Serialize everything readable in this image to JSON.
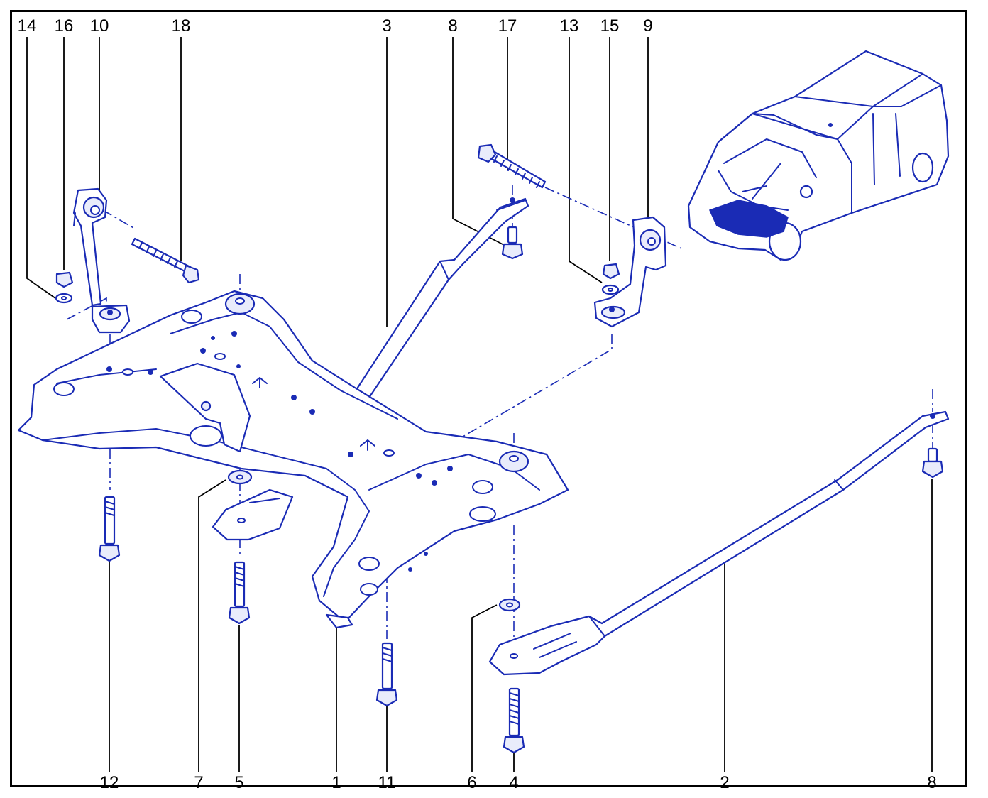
{
  "labels": {
    "top": [
      "14",
      "16",
      "10",
      "18",
      "3",
      "8",
      "17",
      "13",
      "15",
      "9"
    ],
    "bottom": [
      "12",
      "7",
      "5",
      "1",
      "11",
      "6",
      "4",
      "2",
      "8"
    ]
  },
  "colors": {
    "ink": "#1a2bb5",
    "frame": "#000000",
    "background": "#ffffff"
  }
}
